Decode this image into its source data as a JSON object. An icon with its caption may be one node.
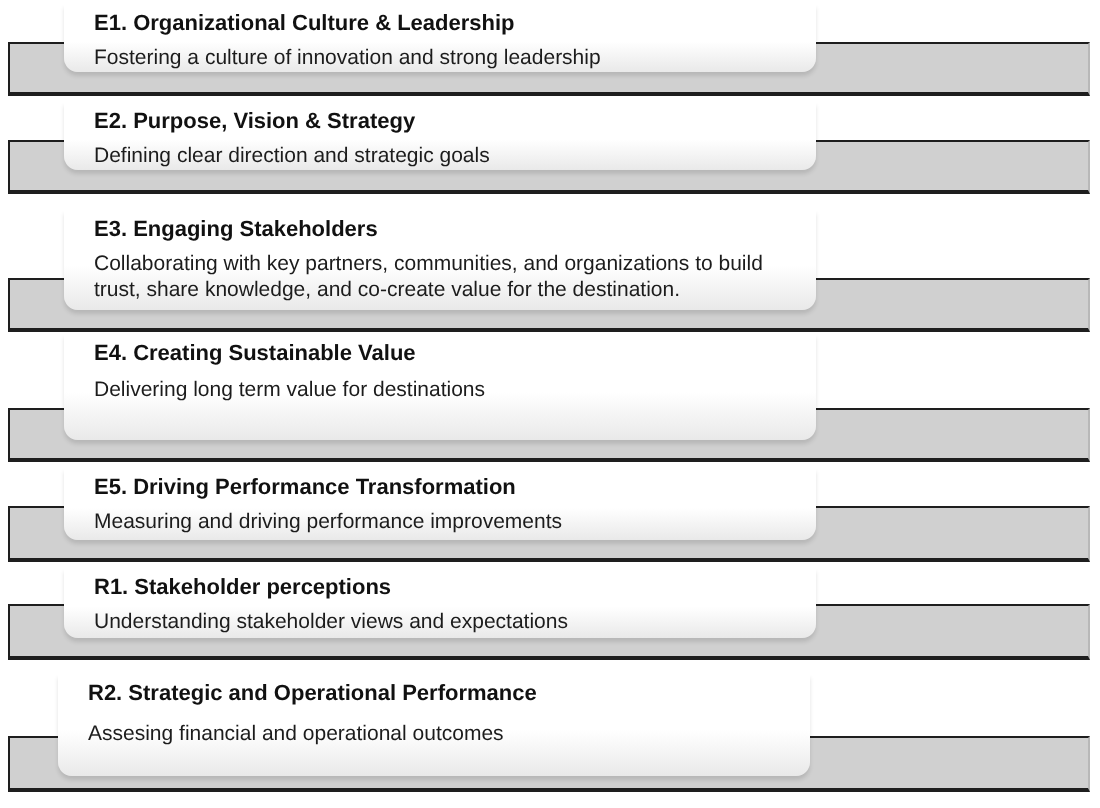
{
  "diagram": {
    "nodes": [
      {
        "text": [
          "E1. Organizational Culture & Leadership",
          "Fostering a culture of innovation and strong leadership"
        ]
      },
      {
        "text": [
          "E2. Purpose, Vision & Strategy",
          "Defining clear direction and strategic goals"
        ]
      },
      {
        "text": [
          "E3. Engaging Stakeholders",
          "Collaborating with key partners, communities, and organizations to build trust, share knowledge, and co-create value for the destination."
        ]
      },
      {
        "text": [
          "E4. Creating Sustainable Value",
          "Delivering long term value for destinations"
        ]
      },
      {
        "text": [
          "E5. Driving Performance Transformation",
          "Measuring and driving performance improvements"
        ]
      },
      {
        "text": [
          "R1. Stakeholder perceptions",
          "Understanding stakeholder views and expectations"
        ]
      },
      {
        "text": [
          "R2. Strategic and Operational Performance",
          "Assesing financial and operational outcomes"
        ]
      }
    ]
  }
}
